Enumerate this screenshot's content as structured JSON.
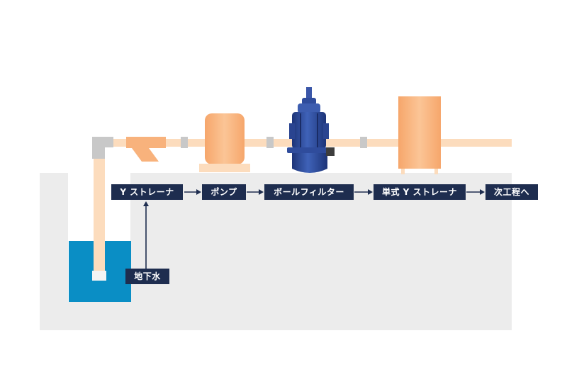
{
  "labels": {
    "y_strainer": "Y ストレーナ",
    "pump": "ポンプ",
    "ball_filter": "ボールフィルター",
    "simplex_y_strainer": "単式 Y ストレーナ",
    "next_process": "次工程へ",
    "groundwater": "地下水"
  },
  "colors": {
    "pipe": "#fcdcbd",
    "equipment": "#f8b27c",
    "fitting": "#c8c8c8",
    "ground": "#ececec",
    "water": "#0a8ec5",
    "label_bg": "#1e2d4f",
    "filter_body": "#2f4c9c"
  },
  "icons": {
    "flow_arrow": "arrow-right-icon",
    "up_arrow": "arrow-up-icon"
  }
}
